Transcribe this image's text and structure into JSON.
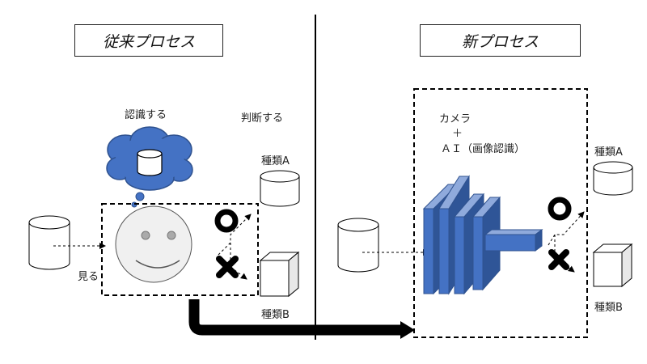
{
  "left_section": {
    "title": "従来プロセス",
    "recognize_label": "認識する",
    "judge_label": "判断する",
    "see_label": "見る",
    "type_a_label": "種類A",
    "type_b_label": "種類B"
  },
  "right_section": {
    "title": "新プロセス",
    "camera_label": "カメラ",
    "plus_label": "＋",
    "ai_label": "ＡＩ（画像認識）",
    "type_a_label": "種類A",
    "type_b_label": "種類B"
  },
  "colors": {
    "cloud_fill": "#4472c4",
    "cloud_stroke": "#2f528f",
    "cnn_front": "#4472c4",
    "cnn_side": "#2f5597",
    "cnn_top": "#8faadc",
    "face_fill": "#f0f0f0",
    "ink": "#000000"
  }
}
